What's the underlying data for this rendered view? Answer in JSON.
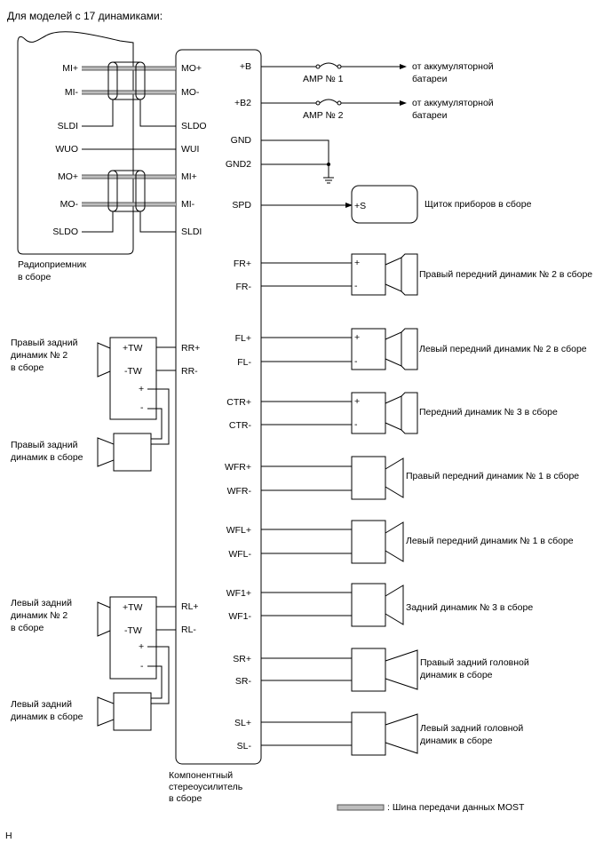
{
  "title": "Для моделей с 17 динамиками:",
  "footer_code": "H",
  "legend_label": ": Шина передачи данных MOST",
  "radio": {
    "label_line1": "Радиоприемник",
    "label_line2": "в сборе",
    "pins": [
      "MI+",
      "MI-",
      "SLDI",
      "WUO",
      "MO+",
      "MO-",
      "SLDO"
    ]
  },
  "amp": {
    "label_line1": "Компонентный",
    "label_line2": "стереоусилитель",
    "label_line3": "в сборе",
    "left_pins": [
      "MO+",
      "MO-",
      "SLDO",
      "WUI",
      "MI+",
      "MI-",
      "SLDI",
      "RR+",
      "RR-",
      "RL+",
      "RL-"
    ],
    "right_pins": [
      "+B",
      "+B2",
      "GND",
      "GND2",
      "SPD",
      "FR+",
      "FR-",
      "FL+",
      "FL-",
      "CTR+",
      "CTR-",
      "WFR+",
      "WFR-",
      "WFL+",
      "WFL-",
      "WF1+",
      "WF1-",
      "SR+",
      "SR-",
      "SL+",
      "SL-"
    ]
  },
  "power": [
    {
      "fuse": "AMP № 1",
      "source_line1": "от аккумуляторной",
      "source_line2": "батареи"
    },
    {
      "fuse": "AMP № 2",
      "source_line1": "от аккумуляторной",
      "source_line2": "батареи"
    }
  ],
  "meter": {
    "pin": "+S",
    "label": "Щиток приборов в сборе"
  },
  "right_speakers": [
    {
      "label_line1": "Правый передний динамик № 2 в сборе",
      "label_line2": "",
      "polarity": [
        "+",
        "-"
      ]
    },
    {
      "label_line1": "Левый передний динамик № 2 в сборе",
      "label_line2": "",
      "polarity": [
        "+",
        "-"
      ]
    },
    {
      "label_line1": "Передний динамик № 3 в сборе",
      "label_line2": "",
      "polarity": [
        "+",
        "-"
      ]
    },
    {
      "label_line1": "Правый передний динамик № 1 в сборе",
      "label_line2": "",
      "polarity": []
    },
    {
      "label_line1": "Левый передний динамик № 1 в сборе",
      "label_line2": "",
      "polarity": []
    },
    {
      "label_line1": "Задний динамик № 3 в сборе",
      "label_line2": "",
      "polarity": []
    },
    {
      "label_line1": "Правый задний головной",
      "label_line2": "динамик в сборе",
      "polarity": []
    },
    {
      "label_line1": "Левый задний головной",
      "label_line2": "динамик в сборе",
      "polarity": []
    }
  ],
  "left_groups": [
    {
      "tweeter_label": [
        "Правый задний",
        "динамик № 2",
        "в сборе"
      ],
      "tweeter_pins": [
        "+TW",
        "-TW",
        "+",
        "-"
      ],
      "speaker_label": [
        "Правый задний",
        "динамик в сборе"
      ]
    },
    {
      "tweeter_label": [
        "Левый задний",
        "динамик № 2",
        "в сборе"
      ],
      "tweeter_pins": [
        "+TW",
        "-TW",
        "+",
        "-"
      ],
      "speaker_label": [
        "Левый задний",
        "динамик в сборе"
      ]
    }
  ]
}
